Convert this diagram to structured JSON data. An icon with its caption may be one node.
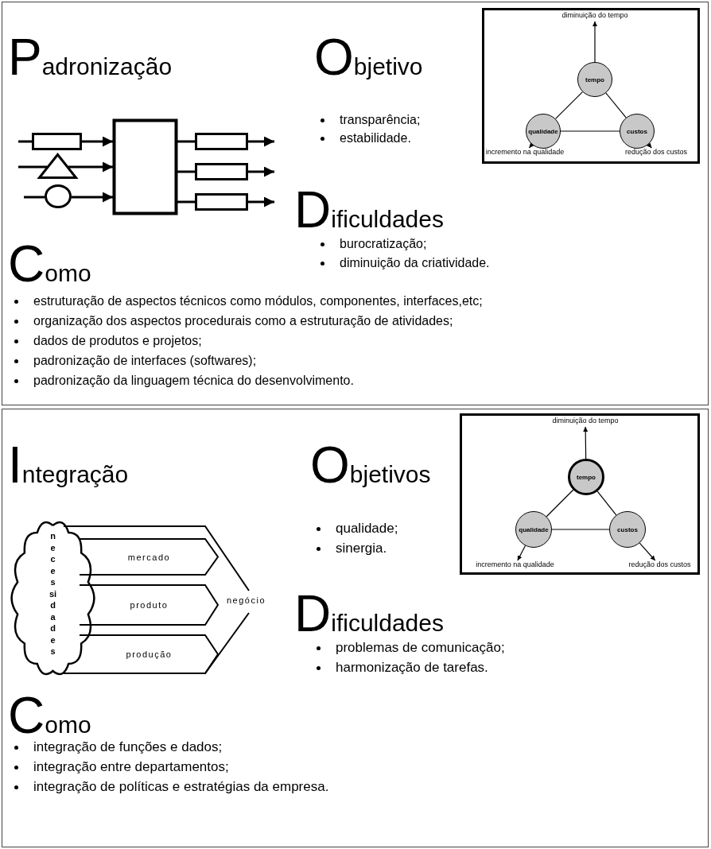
{
  "diagram": {
    "nodes": [
      {
        "text": [
          "diminuição do tempo"
        ]
      },
      {
        "text": [
          "tempo"
        ]
      },
      {
        "text": [
          "qualidade"
        ]
      },
      {
        "text": [
          "custos"
        ]
      },
      {
        "text": [
          "incremento na qualidade"
        ]
      },
      {
        "text": [
          "redução dos custos"
        ]
      },
      {
        "text": [],
        "shape": "box"
      },
      {
        "text": [],
        "shape": "triangle"
      },
      {
        "text": [],
        "shape": "circle"
      },
      {
        "text": [],
        "shape": "box"
      },
      {
        "text": [],
        "shape": "box"
      },
      {
        "text": [],
        "shape": "box"
      },
      {
        "text": [],
        "shape": "box"
      },
      {
        "text": [
          "diminuição do tempo"
        ]
      },
      {
        "text": [
          "tempo"
        ]
      },
      {
        "text": [
          "qualidade"
        ]
      },
      {
        "text": [
          "custos"
        ]
      },
      {
        "text": [
          "incremento na qualidade"
        ]
      },
      {
        "text": [
          "redução dos custos"
        ]
      },
      {
        "text": [
          "necessidades"
        ]
      },
      {
        "text": [
          "negócio"
        ]
      },
      {
        "text": [
          "mercado"
        ],
        "in": 20
      },
      {
        "text": [
          "produto"
        ],
        "in": 20
      },
      {
        "text": [
          "produção"
        ],
        "in": 20
      }
    ],
    "edges": [
      {
        "from": 1,
        "to": 0,
        "arrow": "to"
      },
      {
        "from": 1,
        "to": 2,
        "arrow": "none"
      },
      {
        "from": 1,
        "to": 3,
        "arrow": "none"
      },
      {
        "from": 2,
        "to": 3,
        "arrow": "none"
      },
      {
        "from": 2,
        "to": 4,
        "arrow": "to"
      },
      {
        "from": 3,
        "to": 5,
        "arrow": "to"
      },
      {
        "from": null,
        "to": 6,
        "arrow": "none",
        "style": "thick"
      },
      {
        "from": 6,
        "to": 9,
        "arrow": "to",
        "style": "thick"
      },
      {
        "from": null,
        "to": 7,
        "arrow": "none",
        "style": "thick"
      },
      {
        "from": 7,
        "to": 9,
        "arrow": "to",
        "style": "thick"
      },
      {
        "from": null,
        "to": 8,
        "arrow": "none",
        "style": "thick"
      },
      {
        "from": 8,
        "to": 9,
        "arrow": "to",
        "style": "thick"
      },
      {
        "from": 9,
        "to": 10,
        "arrow": "none",
        "style": "thick"
      },
      {
        "from": 10,
        "to": null,
        "arrow": "to",
        "style": "thick"
      },
      {
        "from": 9,
        "to": 11,
        "arrow": "none",
        "style": "thick"
      },
      {
        "from": 11,
        "to": null,
        "arrow": "to",
        "style": "thick"
      },
      {
        "from": 9,
        "to": 12,
        "arrow": "none",
        "style": "thick"
      },
      {
        "from": 12,
        "to": null,
        "arrow": "to",
        "style": "thick"
      },
      {
        "from": 14,
        "to": 13,
        "arrow": "to"
      },
      {
        "from": 14,
        "to": 15,
        "arrow": "none"
      },
      {
        "from": 14,
        "to": 16,
        "arrow": "none"
      },
      {
        "from": 15,
        "to": 16,
        "arrow": "none"
      },
      {
        "from": 15,
        "to": 17,
        "arrow": "to"
      },
      {
        "from": 16,
        "to": 18,
        "arrow": "to"
      }
    ],
    "labels": [
      "Padronização",
      "Objetivo",
      "transparência;",
      "estabilidade.",
      "Dificuldades",
      "burocratização;",
      "diminuição da criatividade.",
      "Como",
      "estruturação de aspectos técnicos como módulos, componentes, interfaces,etc;",
      "organização dos aspectos procedurais como a estruturação de atividades;",
      "dados de produtos e projetos;",
      "padronização de interfaces (softwares);",
      "padronização da linguagem técnica do desenvolvimento.",
      "Integração",
      "Objetivos",
      "qualidade;",
      "sinergia.",
      "Dificuldades",
      "problemas de comunicação;",
      "harmonização de tarefas.",
      "Como",
      "integração de funções e dados;",
      "integração entre departamentos;",
      "integração de políticas e estratégias da empresa."
    ]
  }
}
